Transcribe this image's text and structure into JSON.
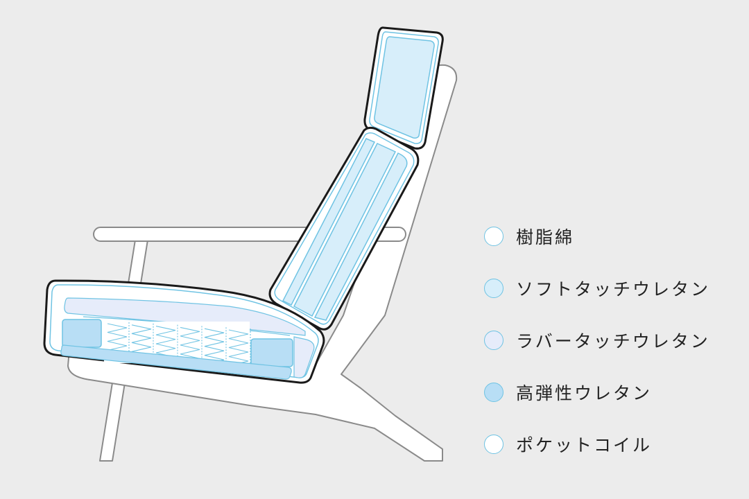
{
  "colors": {
    "background": "#ececec",
    "chair_frame_fill": "#ffffff",
    "chair_frame_stroke": "#8a8a8a",
    "cushion_outline": "#1a1a1a",
    "inner_line": "#6fc3e3"
  },
  "legend": {
    "items": [
      {
        "label": "樹脂綿",
        "color": "#ffffff",
        "icon": "circle-swatch"
      },
      {
        "label": "ソフトタッチウレタン",
        "color": "#d7eefa",
        "icon": "circle-swatch"
      },
      {
        "label": "ラバータッチウレタン",
        "color": "#e6ecfa",
        "icon": "circle-swatch"
      },
      {
        "label": "高弾性ウレタン",
        "color": "#b8def5",
        "icon": "circle-swatch"
      },
      {
        "label": "ポケットコイル",
        "color": "#ffffff",
        "icon": "circle-swatch"
      }
    ]
  }
}
